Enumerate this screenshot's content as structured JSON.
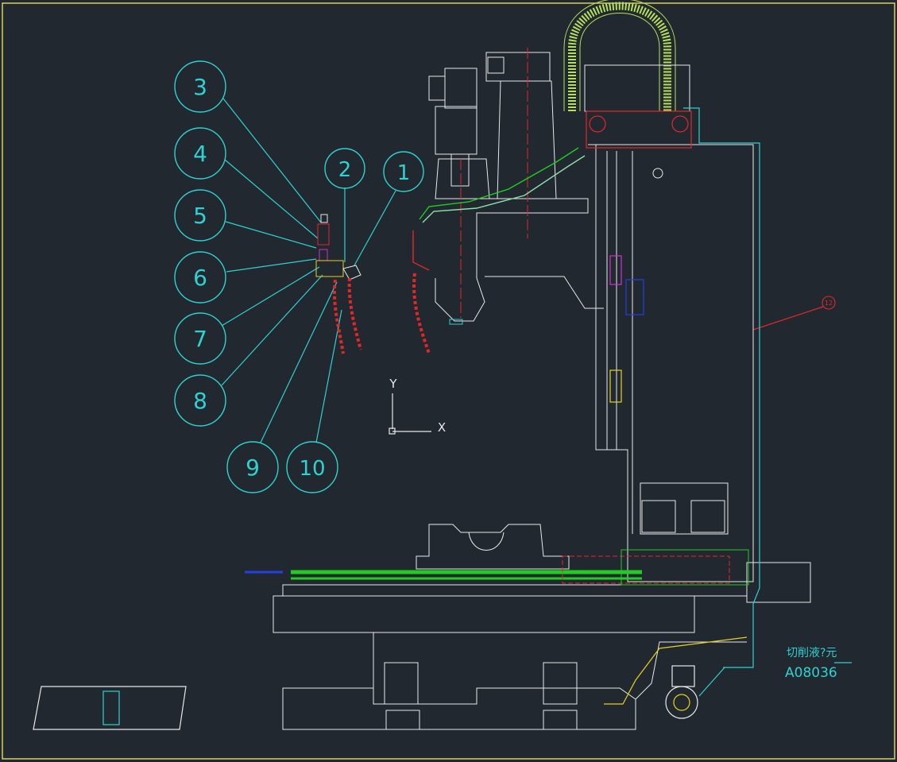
{
  "colors": {
    "background": "#212830",
    "frame": "#d8cf5a",
    "outline": "#e8e8e8",
    "leader": "#2fd1d1",
    "balloon": "#2fd1d1",
    "hose": "#8de0a8",
    "guard": "#b6e05a",
    "red": "#e02828",
    "green": "#22cc22",
    "magenta": "#d030d0",
    "yellow": "#e6d21e",
    "blue": "#2040e0"
  },
  "balloons": [
    {
      "id": "b3",
      "label": "3"
    },
    {
      "id": "b4",
      "label": "4"
    },
    {
      "id": "b5",
      "label": "5"
    },
    {
      "id": "b6",
      "label": "6"
    },
    {
      "id": "b7",
      "label": "7"
    },
    {
      "id": "b8",
      "label": "8"
    },
    {
      "id": "b2",
      "label": "2"
    },
    {
      "id": "b1",
      "label": "1"
    },
    {
      "id": "b9",
      "label": "9"
    },
    {
      "id": "b10",
      "label": "10"
    },
    {
      "id": "b12",
      "label": "12"
    }
  ],
  "axes": {
    "y_label": "Y",
    "x_label": "X"
  },
  "coolant": {
    "label": "切削液?元",
    "code": "A08036"
  }
}
